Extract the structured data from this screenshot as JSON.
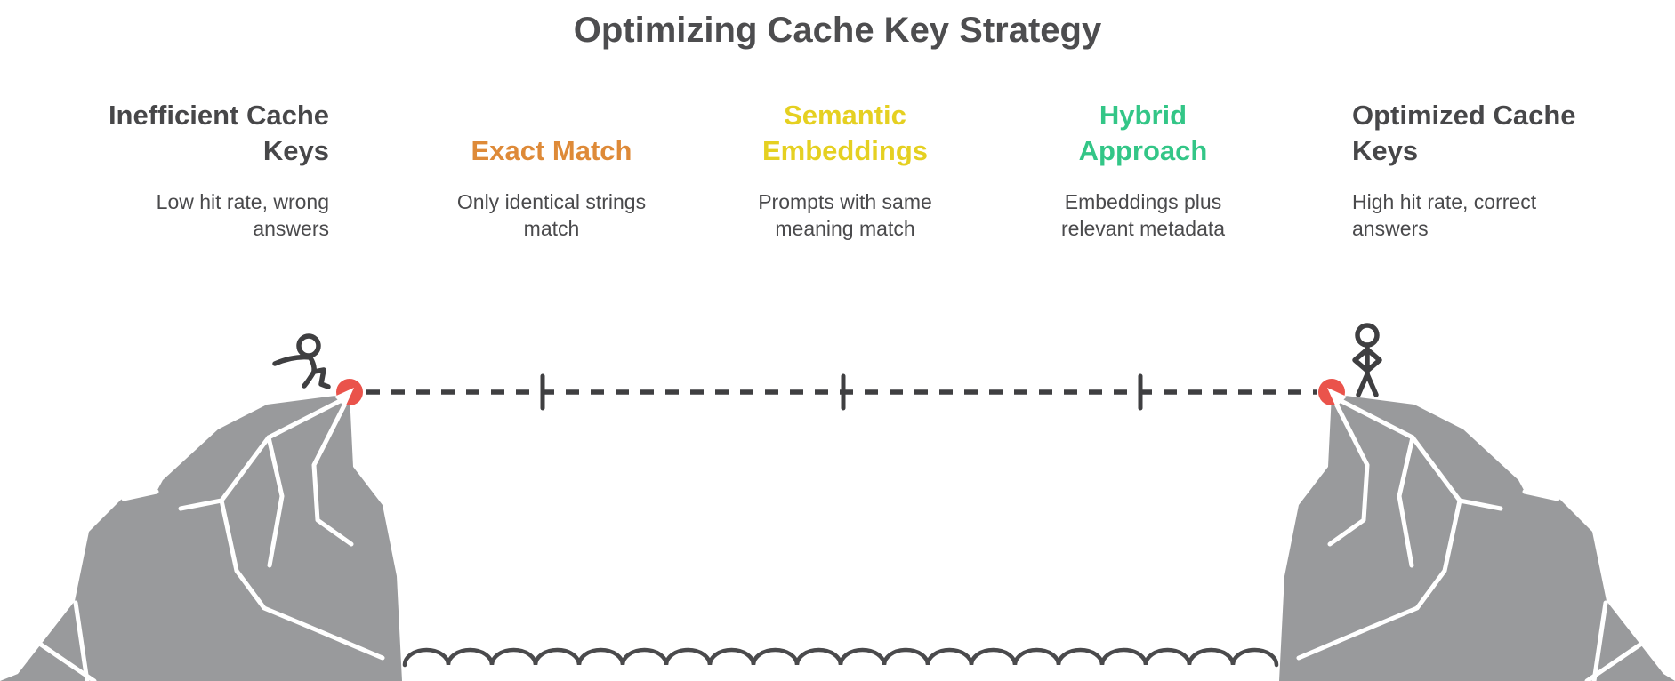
{
  "title": "Optimizing Cache Key Strategy",
  "stages": [
    {
      "id": "inefficient-cache-keys",
      "label": "Inefficient Cache\nKeys",
      "description": "Low hit rate, wrong\nanswers",
      "color": "#474749"
    },
    {
      "id": "exact-match",
      "label": "Exact Match",
      "description": "Only identical strings\nmatch",
      "color": "#DE8A38"
    },
    {
      "id": "semantic-embeddings",
      "label": "Semantic\nEmbeddings",
      "description": "Prompts with same\nmeaning match",
      "color": "#E5D021"
    },
    {
      "id": "hybrid-approach",
      "label": "Hybrid\nApproach",
      "description": "Embeddings plus\nrelevant metadata",
      "color": "#33C687"
    },
    {
      "id": "optimized-cache-keys",
      "label": "Optimized Cache\nKeys",
      "description": "High hit rate, correct\nanswers",
      "color": "#474749"
    }
  ],
  "colors": {
    "title": "#4D4D4F",
    "ink": "#3F3F41",
    "body_text": "#4A4A4C",
    "cliff": "#999A9C",
    "marker_red": "#EA534B"
  },
  "scene": {
    "rope_style": "dashed",
    "milestone_tick_count": 3,
    "left_figure": "stick-figure-walking",
    "right_figure": "stick-figure-standing"
  }
}
